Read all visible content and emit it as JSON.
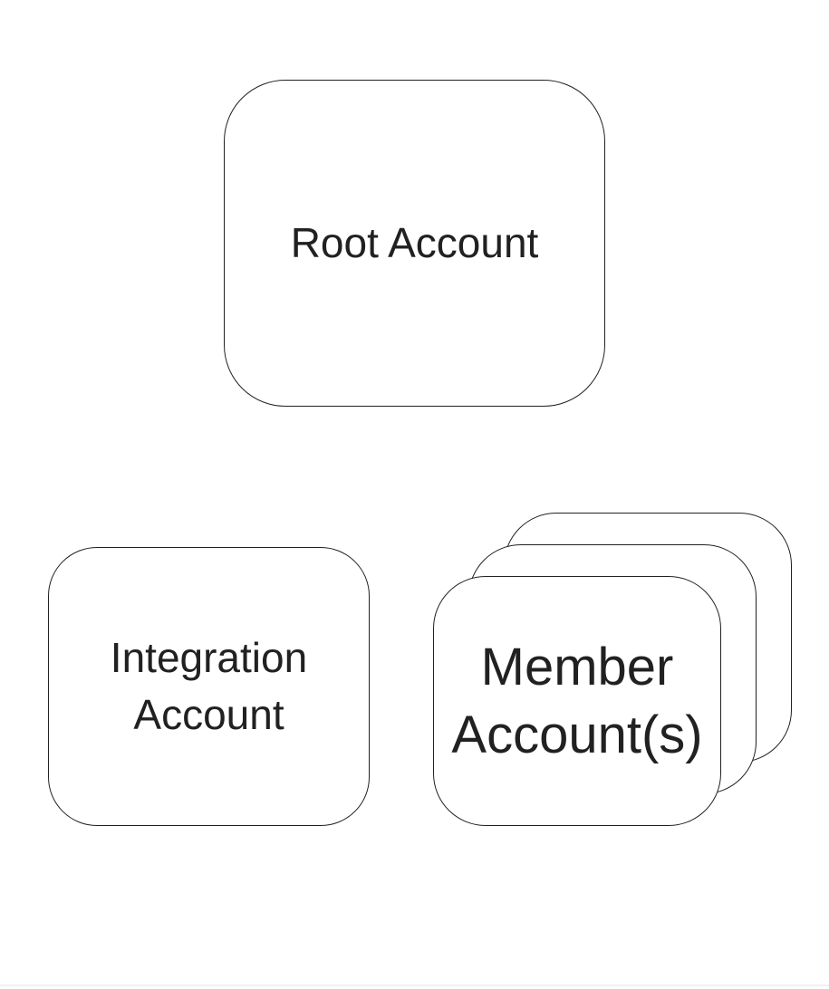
{
  "colors": {
    "background": "#ffffff",
    "node_fill": "#ffffff",
    "node_border": "#212121",
    "text": "#212121",
    "bottom_divider": "#f1f1f2"
  },
  "diagram": {
    "description": "Account hierarchy diagram with three rounded-rectangle nodes and no connectors",
    "nodes": {
      "root": {
        "label": "Root Account"
      },
      "integration": {
        "line1": "Integration",
        "line2": "Account"
      },
      "member": {
        "line1": "Member",
        "line2": "Account(s)",
        "stack_count": 3
      }
    }
  }
}
